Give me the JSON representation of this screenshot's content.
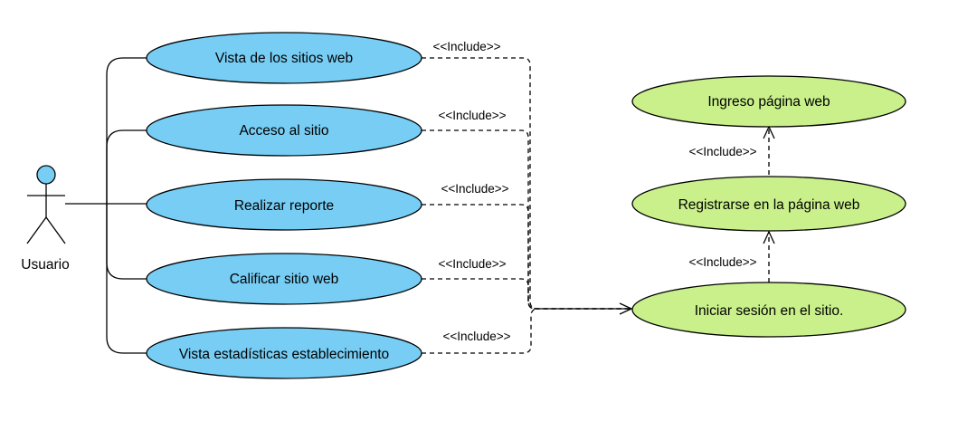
{
  "colors": {
    "use_case_blue": "#77cdf4",
    "use_case_green": "#c9f08a",
    "outline": "#000000",
    "background": "#ffffff"
  },
  "actor": {
    "name": "Usuario",
    "icon": "stick-figure-icon"
  },
  "use_cases_left": [
    {
      "label": "Vista de los sitios web",
      "include_label": "<<Include>>"
    },
    {
      "label": "Acceso al sitio",
      "include_label": "<<Include>>"
    },
    {
      "label": "Realizar reporte",
      "include_label": "<<Include>>"
    },
    {
      "label": "Calificar sitio web",
      "include_label": "<<Include>>"
    },
    {
      "label": "Vista estadísticas establecimiento",
      "include_label": "<<Include>>"
    }
  ],
  "use_cases_right": {
    "top": {
      "label": "Ingreso página web"
    },
    "middle": {
      "label": "Registrarse en la página web"
    },
    "bottom": {
      "label": "Iniciar sesión en el sitio."
    }
  },
  "right_includes": {
    "upper": "<<Include>>",
    "lower": "<<Include>>"
  }
}
